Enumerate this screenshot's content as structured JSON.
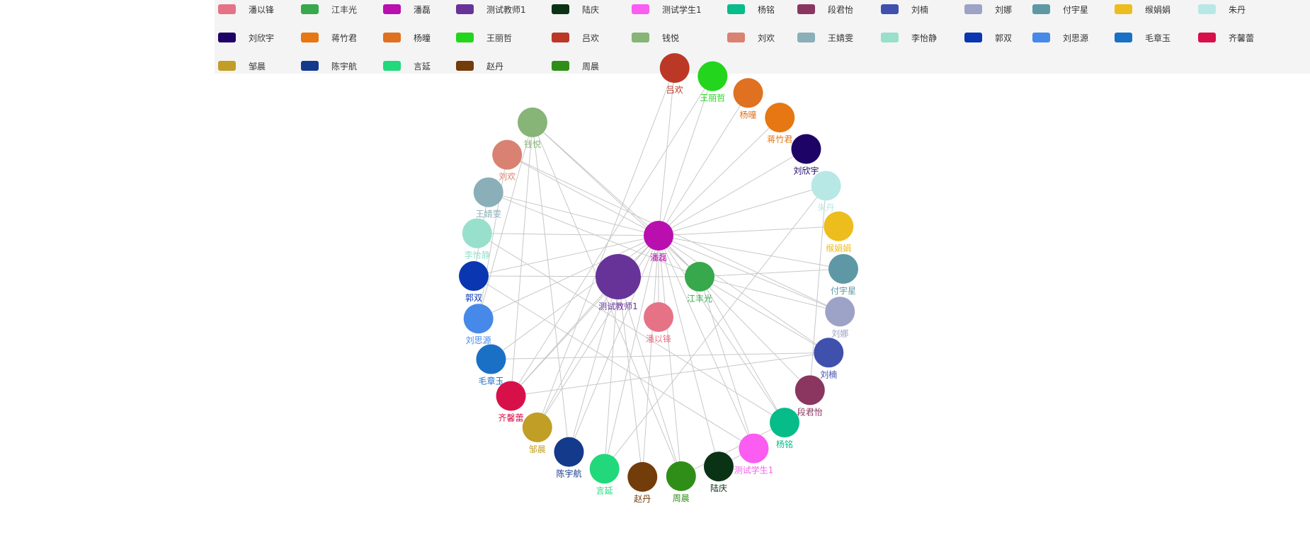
{
  "graph": {
    "hub_node": "潘磊",
    "teacher_node": "测试教师1",
    "nodes": [
      {
        "name": "潘以锋",
        "color": "#e57385"
      },
      {
        "name": "江丰光",
        "color": "#37a84b"
      },
      {
        "name": "潘磊",
        "color": "#b80fae"
      },
      {
        "name": "测试教师1",
        "color": "#673399"
      },
      {
        "name": "陆庆",
        "color": "#0a3315"
      },
      {
        "name": "测试学生1",
        "color": "#fb5cf1"
      },
      {
        "name": "杨铭",
        "color": "#06bc89"
      },
      {
        "name": "段君怡",
        "color": "#8b3561"
      },
      {
        "name": "刘楠",
        "color": "#4050ad"
      },
      {
        "name": "刘娜",
        "color": "#9da3c6"
      },
      {
        "name": "付宇星",
        "color": "#5e98a5"
      },
      {
        "name": "缑娟娟",
        "color": "#edbd1e"
      },
      {
        "name": "朱丹",
        "color": "#b8e8e6"
      },
      {
        "name": "刘欣宇",
        "color": "#1e0366"
      },
      {
        "name": "蒋竹君",
        "color": "#e67713"
      },
      {
        "name": "杨曈",
        "color": "#df7121"
      },
      {
        "name": "王丽哲",
        "color": "#23d51c"
      },
      {
        "name": "吕欢",
        "color": "#bc3826"
      },
      {
        "name": "钱悦",
        "color": "#87b477"
      },
      {
        "name": "刘欢",
        "color": "#d98272"
      },
      {
        "name": "王婧雯",
        "color": "#8aafb8"
      },
      {
        "name": "李怡静",
        "color": "#98dfcc"
      },
      {
        "name": "郭双",
        "color": "#0b36b2"
      },
      {
        "name": "刘思源",
        "color": "#4789e8"
      },
      {
        "name": "毛章玉",
        "color": "#1a70c5"
      },
      {
        "name": "齐馨蕾",
        "color": "#d8104a"
      },
      {
        "name": "邹晨",
        "color": "#c19e25"
      },
      {
        "name": "陈宇航",
        "color": "#143a8b"
      },
      {
        "name": "言延",
        "color": "#21d87b"
      },
      {
        "name": "赵丹",
        "color": "#733c0b"
      },
      {
        "name": "周晨",
        "color": "#2f8e18"
      }
    ],
    "edges": [
      [
        "潘磊",
        "刘欢"
      ],
      [
        "潘磊",
        "钱悦"
      ],
      [
        "潘磊",
        "吕欢"
      ],
      [
        "潘磊",
        "王丽哲"
      ],
      [
        "潘磊",
        "杨曈"
      ],
      [
        "潘磊",
        "蒋竹君"
      ],
      [
        "潘磊",
        "刘欣宇"
      ],
      [
        "潘磊",
        "朱丹"
      ],
      [
        "潘磊",
        "缑娟娟"
      ],
      [
        "潘磊",
        "付宇星"
      ],
      [
        "潘磊",
        "刘娜"
      ],
      [
        "潘磊",
        "刘楠"
      ],
      [
        "潘磊",
        "段君怡"
      ],
      [
        "潘磊",
        "杨铭"
      ],
      [
        "潘磊",
        "测试学生1"
      ],
      [
        "潘磊",
        "陆庆"
      ],
      [
        "潘磊",
        "周晨"
      ],
      [
        "潘磊",
        "赵丹"
      ],
      [
        "潘磊",
        "言延"
      ],
      [
        "潘磊",
        "陈宇航"
      ],
      [
        "潘磊",
        "邹晨"
      ],
      [
        "潘磊",
        "齐馨蕾"
      ],
      [
        "潘磊",
        "毛章玉"
      ],
      [
        "潘磊",
        "刘思源"
      ],
      [
        "潘磊",
        "郭双"
      ],
      [
        "潘磊",
        "李怡静"
      ],
      [
        "潘磊",
        "王婧雯"
      ],
      [
        "潘磊",
        "测试教师1"
      ],
      [
        "潘磊",
        "江丰光"
      ],
      [
        "潘磊",
        "潘以锋"
      ],
      [
        "江丰光",
        "王婧雯"
      ],
      [
        "江丰光",
        "钱悦"
      ],
      [
        "江丰光",
        "郭双"
      ],
      [
        "江丰光",
        "刘娜"
      ],
      [
        "江丰光",
        "杨铭"
      ],
      [
        "江丰光",
        "刘楠"
      ],
      [
        "江丰光",
        "测试学生1"
      ],
      [
        "江丰光",
        "付宇星"
      ],
      [
        "测试教师1",
        "齐馨蕾"
      ],
      [
        "测试教师1",
        "陈宇航"
      ],
      [
        "测试教师1",
        "赵丹"
      ],
      [
        "测试教师1",
        "周晨"
      ],
      [
        "测试教师1",
        "言延"
      ],
      [
        "测试教师1",
        "邹晨"
      ],
      [
        "钱悦",
        "陈宇航"
      ],
      [
        "钱悦",
        "齐馨蕾"
      ],
      [
        "钱悦",
        "周晨"
      ],
      [
        "钱悦",
        "刘思源"
      ],
      [
        "刘欢",
        "刘娜"
      ],
      [
        "吕欢",
        "邹晨"
      ],
      [
        "王丽哲",
        "齐馨蕾"
      ],
      [
        "朱丹",
        "言延"
      ],
      [
        "朱丹",
        "段君怡"
      ],
      [
        "齐馨蕾",
        "刘楠"
      ],
      [
        "毛章玉",
        "刘楠"
      ],
      [
        "刘思源",
        "刘欢"
      ],
      [
        "郭双",
        "王婧雯"
      ],
      [
        "郭双",
        "测试学生1"
      ],
      [
        "陆庆",
        "测试学生1"
      ],
      [
        "周晨",
        "杨铭"
      ],
      [
        "李怡静",
        "杨铭"
      ]
    ]
  }
}
